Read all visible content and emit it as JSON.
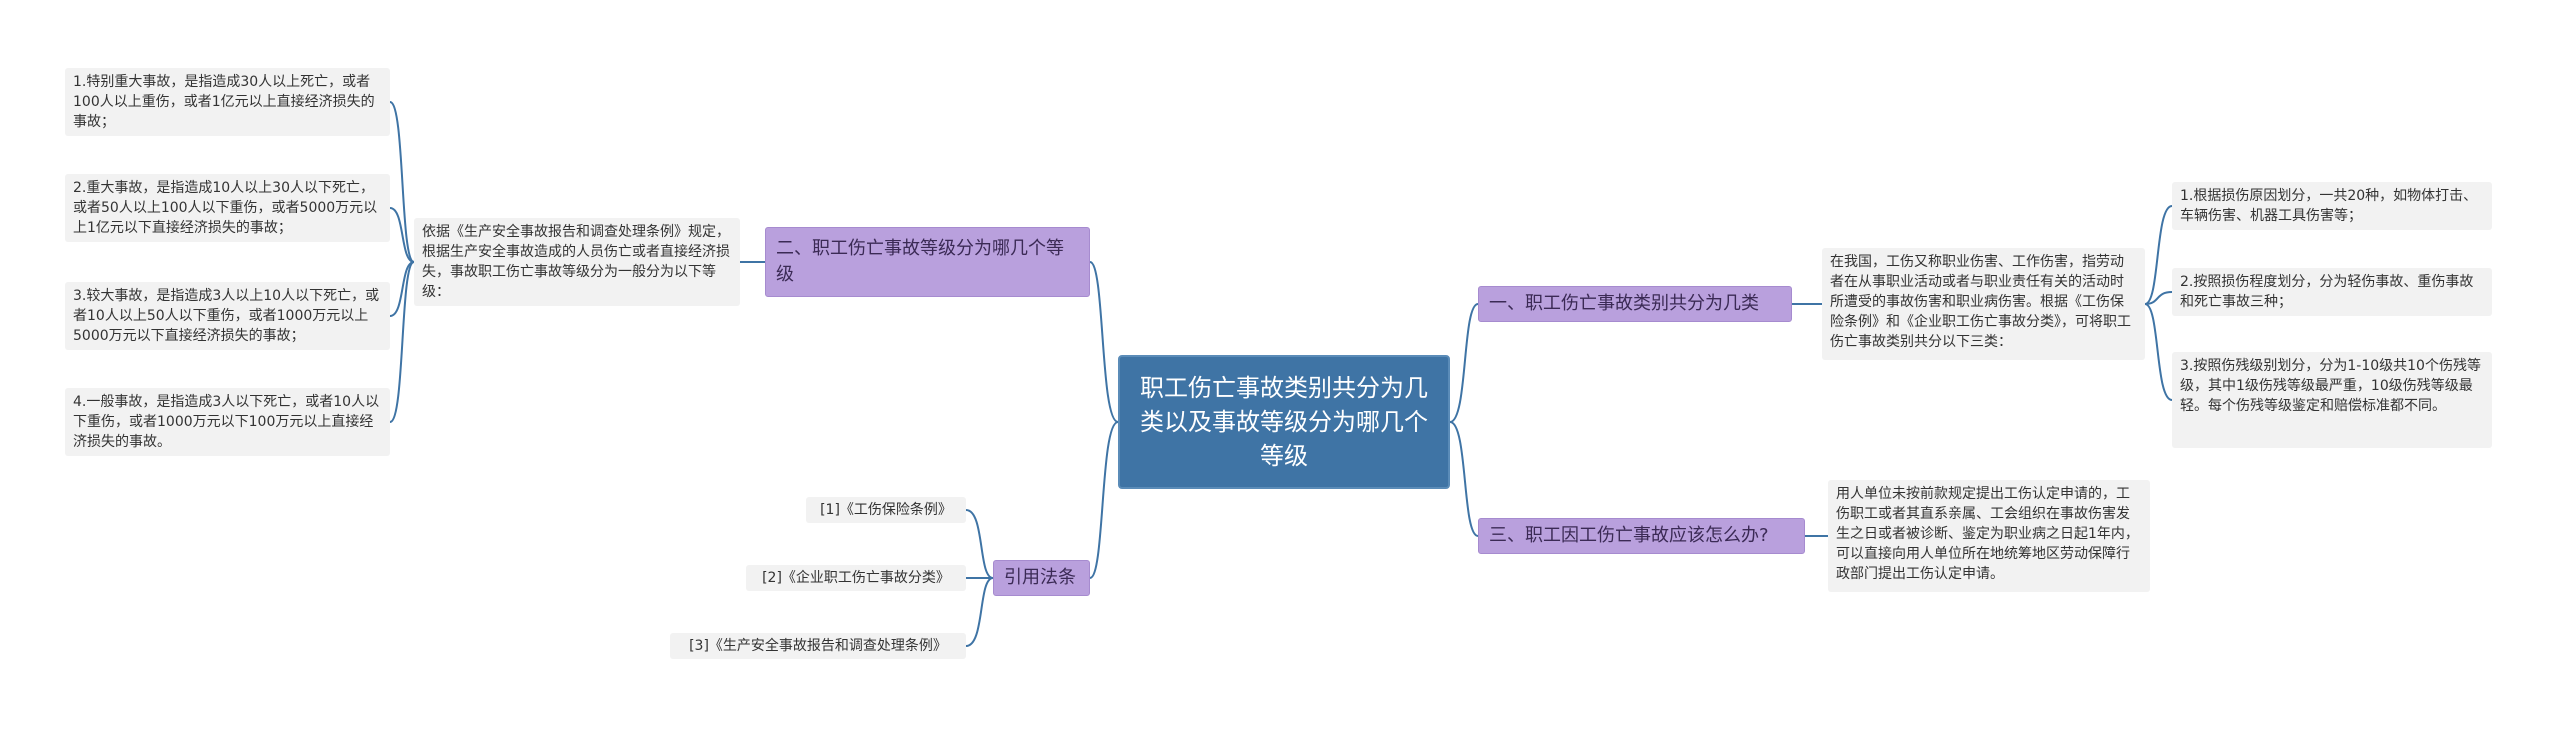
{
  "root": {
    "title": "职工伤亡事故类别共分为几类以及事故等级分为哪几个等级"
  },
  "left": {
    "branch_levels": {
      "label": "二、职工伤亡事故等级分为哪几个等级",
      "description": "依据《生产安全事故报告和调查处理条例》规定，根据生产安全事故造成的人员伤亡或者直接经济损失，事故职工伤亡事故等级分为一般分为以下等级：",
      "items": [
        "1.特别重大事故，是指造成30人以上死亡，或者100人以上重伤，或者1亿元以上直接经济损失的事故；",
        "2.重大事故，是指造成10人以上30人以下死亡，或者50人以上100人以下重伤，或者5000万元以上1亿元以下直接经济损失的事故；",
        "3.较大事故，是指造成3人以上10人以下死亡，或者10人以上50人以下重伤，或者1000万元以上5000万元以下直接经济损失的事故；",
        "4.一般事故，是指造成3人以下死亡，或者10人以下重伤，或者1000万元以下100万元以上直接经济损失的事故。"
      ]
    },
    "branch_laws": {
      "label": "引用法条",
      "items": [
        "[1]《工伤保险条例》",
        "[2]《企业职工伤亡事故分类》",
        "[3]《生产安全事故报告和调查处理条例》"
      ]
    }
  },
  "right": {
    "branch_categories": {
      "label": "一、职工伤亡事故类别共分为几类",
      "description": "在我国，工伤又称职业伤害、工作伤害，指劳动者在从事职业活动或者与职业责任有关的活动时所遭受的事故伤害和职业病伤害。根据《工伤保险条例》和《企业职工伤亡事故分类》，可将职工伤亡事故类别共分以下三类：",
      "items": [
        "1.根据损伤原因划分，一共20种，如物体打击、车辆伤害、机器工具伤害等；",
        "2.按照损伤程度划分，分为轻伤事故、重伤事故和死亡事故三种；",
        "3.按照伤残级别划分，分为1-10级共10个伤残等级，其中1级伤残等级最严重，10级伤残等级最轻。每个伤残等级鉴定和赔偿标准都不同。"
      ]
    },
    "branch_claim": {
      "label": "三、职工因工伤亡事故应该怎么办?",
      "description": "用人单位未按前款规定提出工伤认定申请的，工伤职工或者其直系亲属、工会组织在事故伤害发生之日或者被诊断、鉴定为职业病之日起1年内，可以直接向用人单位所在地统筹地区劳动保障行政部门提出工伤认定申请。"
    }
  },
  "colors": {
    "root_fill": "#3f74a5",
    "branch_fill": "#b9a0dd",
    "leaf_fill": "#f2f2f2",
    "connector": "#3f74a5"
  }
}
